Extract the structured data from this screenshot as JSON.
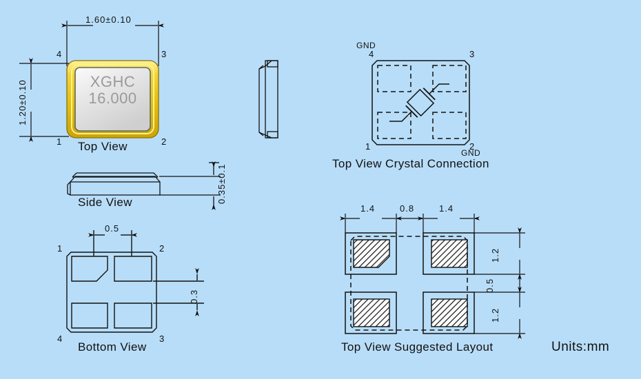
{
  "sheet": {
    "background_color": "#b8ddf8",
    "line_color": "#111111",
    "units_note": "Units:mm"
  },
  "views": {
    "top_view": {
      "caption": "Top View",
      "marking_line1": "XGHC",
      "marking_line2": "16.000",
      "body_color": "#e6c515",
      "lid_color": "#d8d8d8",
      "width_dim": "1.60±0.10",
      "height_dim": "1.20±0.10",
      "pins": [
        "1",
        "2",
        "3",
        "4"
      ]
    },
    "end_view": {
      "caption": ""
    },
    "side_view": {
      "caption": "Side View",
      "thickness_dim": "0.35±0.1"
    },
    "bottom_view": {
      "caption": "Bottom View",
      "pad_width_dim": "0.5",
      "pad_height_dim": "0.3",
      "pins": [
        "1",
        "2",
        "3",
        "4"
      ]
    },
    "crystal_connection": {
      "caption": "Top View Crystal Connection",
      "pins": [
        "1",
        "2",
        "3",
        "4"
      ],
      "gnd_top_label": "GND",
      "gnd_bottom_label": "GND"
    },
    "suggested_layout": {
      "caption": "Top View Suggested Layout",
      "horizontal_dims": [
        "1.4",
        "0.8",
        "1.4"
      ],
      "vertical_dims": [
        "1.2",
        "0.5",
        "1.2"
      ]
    }
  }
}
